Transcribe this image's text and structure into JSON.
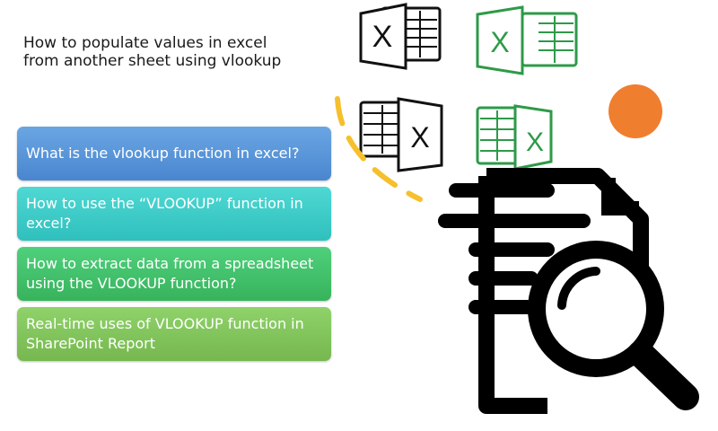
{
  "header": {
    "title_line1": "How to populate values in excel",
    "title_line2": "from another sheet using vlookup"
  },
  "topics": [
    {
      "line1": "What is the vlookup function in excel?",
      "line2": ""
    },
    {
      "line1": "How to use the “VLOOKUP” function in",
      "line2": "excel?"
    },
    {
      "line1": "How to extract data from a spreadsheet",
      "line2": "using the VLOOKUP function?"
    },
    {
      "line1": "Real-time uses of VLOOKUP function in",
      "line2": "SharePoint Report"
    }
  ],
  "icons": {
    "excel_letter": "X",
    "names": [
      "excel-black-icon",
      "excel-green-icon",
      "excel-black-reversed-icon",
      "excel-green-reversed-icon",
      "orange-circle-icon",
      "document-magnifier-icon"
    ]
  },
  "colors": {
    "topic1": "#5b97da",
    "topic2": "#3ccdc8",
    "topic3": "#42c26a",
    "topic4": "#82c55b",
    "excel_green": "#2e9a48",
    "accent_orange": "#f07e2f",
    "accent_yellow": "#f5c02c"
  }
}
